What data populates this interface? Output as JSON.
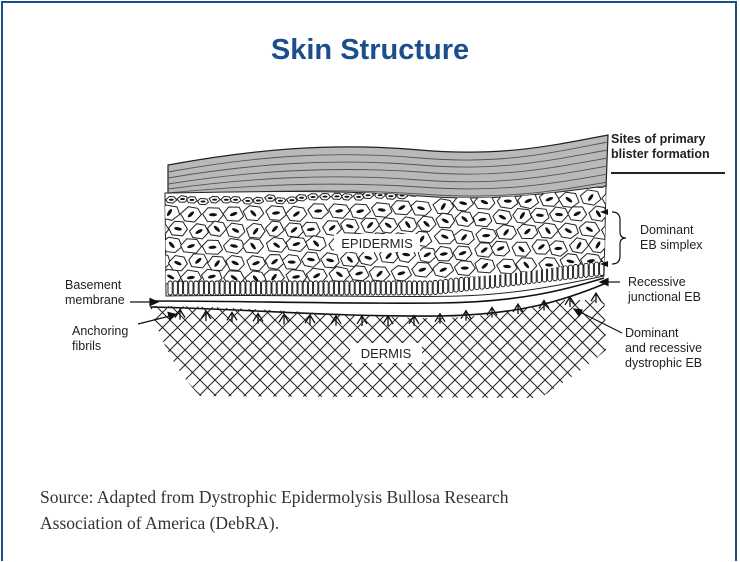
{
  "title": "Skin Structure",
  "header_right": {
    "line1": "Sites of primary",
    "line2": "blister formation"
  },
  "layers": {
    "epidermis": "EPIDERMIS",
    "dermis": "DERMIS"
  },
  "left_labels": {
    "basement": {
      "line1": "Basement",
      "line2": "membrane"
    },
    "anchoring": {
      "line1": "Anchoring",
      "line2": "fibrils"
    }
  },
  "right_labels": {
    "dominant_simplex": {
      "line1": "Dominant",
      "line2": "EB simplex"
    },
    "recessive_junctional": {
      "line1": "Recessive",
      "line2": "junctional EB"
    },
    "dystrophic": {
      "line1": "Dominant",
      "line2": "and recessive",
      "line3": "dystrophic EB"
    }
  },
  "source": {
    "line1": "Source: Adapted from Dystrophic Epidermolysis Bullosa Research",
    "line2": "Association of America (DebRA)."
  },
  "colors": {
    "title": "#1b4f8c",
    "frame": "#1b4f8c",
    "stratum_corneum": "#b9b9b9",
    "ink": "#111111"
  }
}
